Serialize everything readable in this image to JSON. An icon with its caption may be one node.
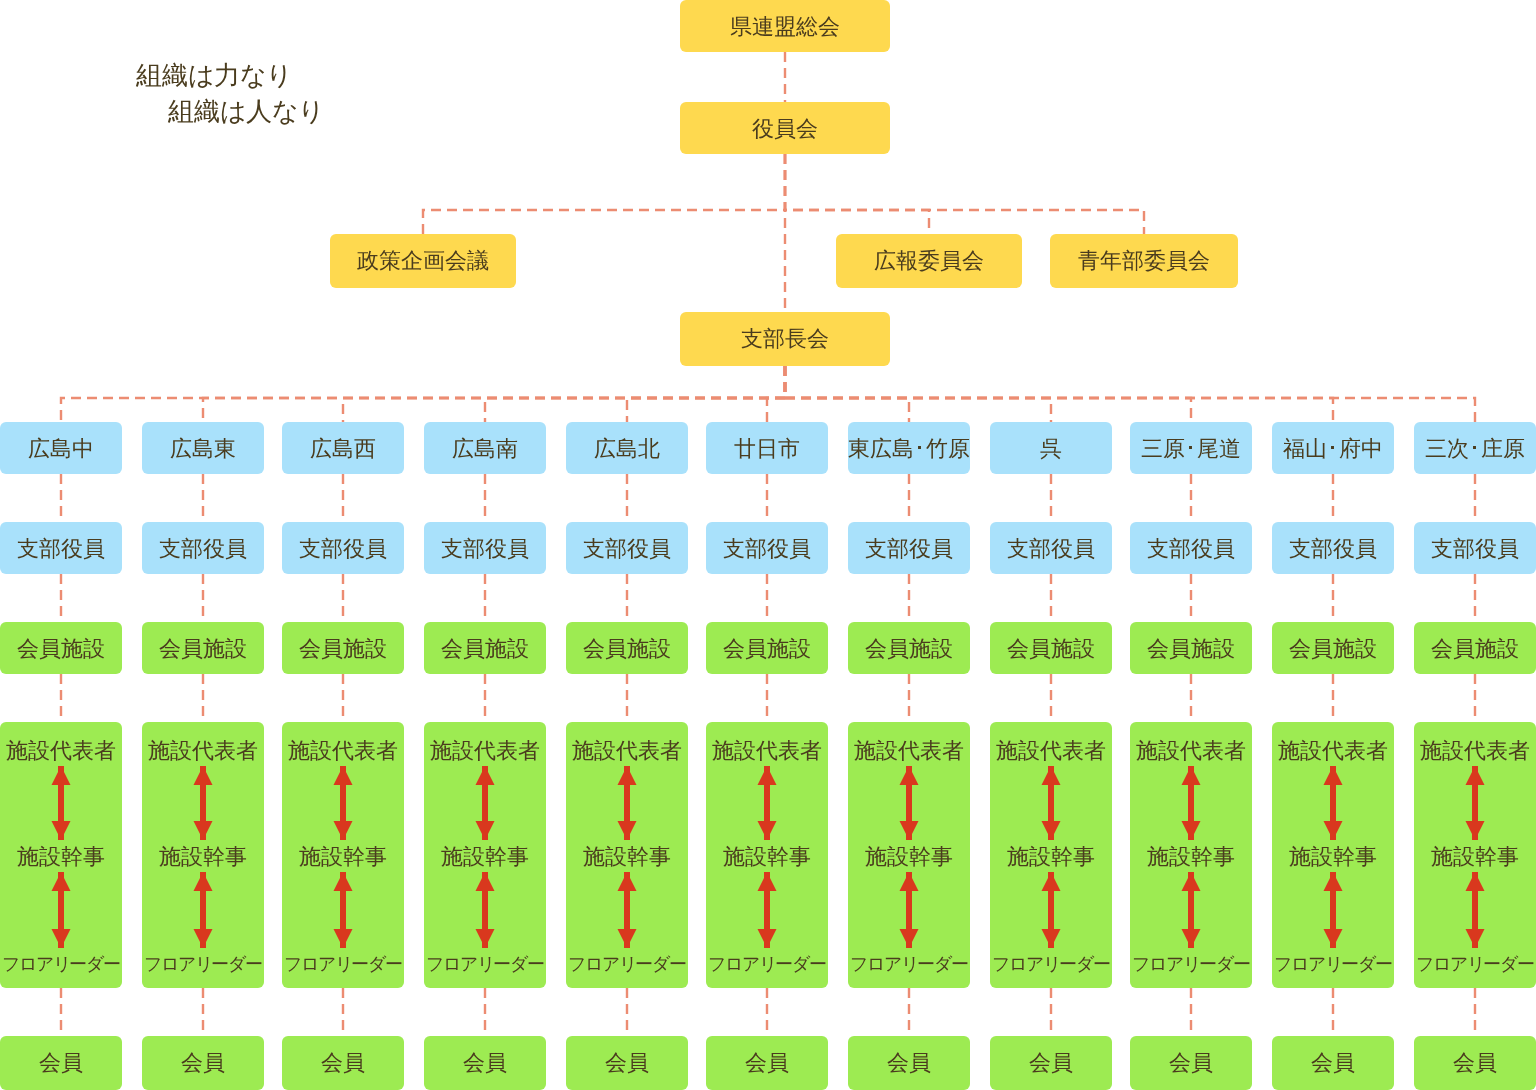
{
  "diagram": {
    "nodes": [
      {
        "text": [
          "県連盟総会"
        ]
      },
      {
        "text": [
          "役員会"
        ]
      },
      {
        "text": [
          "政策企画会議"
        ]
      },
      {
        "text": [
          "広報委員会"
        ]
      },
      {
        "text": [
          "青年部委員会"
        ]
      },
      {
        "text": [
          "支部長会"
        ]
      },
      {
        "text": [
          "広島中"
        ]
      },
      {
        "text": [
          "広島東"
        ]
      },
      {
        "text": [
          "広島西"
        ]
      },
      {
        "text": [
          "広島南"
        ]
      },
      {
        "text": [
          "広島北"
        ]
      },
      {
        "text": [
          "廿日市"
        ]
      },
      {
        "text": [
          "東広島･竹原"
        ]
      },
      {
        "text": [
          "呉"
        ]
      },
      {
        "text": [
          "三原･尾道"
        ]
      },
      {
        "text": [
          "福山･府中"
        ]
      },
      {
        "text": [
          "三次･庄原"
        ]
      },
      {
        "text": [
          "支部役員"
        ]
      },
      {
        "text": [
          "支部役員"
        ]
      },
      {
        "text": [
          "支部役員"
        ]
      },
      {
        "text": [
          "支部役員"
        ]
      },
      {
        "text": [
          "支部役員"
        ]
      },
      {
        "text": [
          "支部役員"
        ]
      },
      {
        "text": [
          "支部役員"
        ]
      },
      {
        "text": [
          "支部役員"
        ]
      },
      {
        "text": [
          "支部役員"
        ]
      },
      {
        "text": [
          "支部役員"
        ]
      },
      {
        "text": [
          "支部役員"
        ]
      },
      {
        "text": [
          "会員施設"
        ]
      },
      {
        "text": [
          "会員施設"
        ]
      },
      {
        "text": [
          "会員施設"
        ]
      },
      {
        "text": [
          "会員施設"
        ]
      },
      {
        "text": [
          "会員施設"
        ]
      },
      {
        "text": [
          "会員施設"
        ]
      },
      {
        "text": [
          "会員施設"
        ]
      },
      {
        "text": [
          "会員施設"
        ]
      },
      {
        "text": [
          "会員施設"
        ]
      },
      {
        "text": [
          "会員施設"
        ]
      },
      {
        "text": [
          "会員施設"
        ]
      },
      {
        "text": [],
        "shape": "box"
      },
      {
        "text": [
          "施設代表者"
        ],
        "in": 39
      },
      {
        "text": [
          "施設幹事"
        ],
        "in": 39
      },
      {
        "text": [
          "フロアリーダー"
        ],
        "in": 39
      },
      {
        "text": [],
        "shape": "box"
      },
      {
        "text": [
          "施設代表者"
        ],
        "in": 43
      },
      {
        "text": [
          "施設幹事"
        ],
        "in": 43
      },
      {
        "text": [
          "フロアリーダー"
        ],
        "in": 43
      },
      {
        "text": [],
        "shape": "box"
      },
      {
        "text": [
          "施設代表者"
        ],
        "in": 47
      },
      {
        "text": [
          "施設幹事"
        ],
        "in": 47
      },
      {
        "text": [
          "フロアリーダー"
        ],
        "in": 47
      },
      {
        "text": [],
        "shape": "box"
      },
      {
        "text": [
          "施設代表者"
        ],
        "in": 51
      },
      {
        "text": [
          "施設幹事"
        ],
        "in": 51
      },
      {
        "text": [
          "フロアリーダー"
        ],
        "in": 51
      },
      {
        "text": [],
        "shape": "box"
      },
      {
        "text": [
          "施設代表者"
        ],
        "in": 55
      },
      {
        "text": [
          "施設幹事"
        ],
        "in": 55
      },
      {
        "text": [
          "フロアリーダー"
        ],
        "in": 55
      },
      {
        "text": [],
        "shape": "box"
      },
      {
        "text": [
          "施設代表者"
        ],
        "in": 59
      },
      {
        "text": [
          "施設幹事"
        ],
        "in": 59
      },
      {
        "text": [
          "フロアリーダー"
        ],
        "in": 59
      },
      {
        "text": [],
        "shape": "box"
      },
      {
        "text": [
          "施設代表者"
        ],
        "in": 63
      },
      {
        "text": [
          "施設幹事"
        ],
        "in": 63
      },
      {
        "text": [
          "フロアリーダー"
        ],
        "in": 63
      },
      {
        "text": [],
        "shape": "box"
      },
      {
        "text": [
          "施設代表者"
        ],
        "in": 67
      },
      {
        "text": [
          "施設幹事"
        ],
        "in": 67
      },
      {
        "text": [
          "フロアリーダー"
        ],
        "in": 67
      },
      {
        "text": [],
        "shape": "box"
      },
      {
        "text": [
          "施設代表者"
        ],
        "in": 71
      },
      {
        "text": [
          "施設幹事"
        ],
        "in": 71
      },
      {
        "text": [
          "フロアリーダー"
        ],
        "in": 71
      },
      {
        "text": [],
        "shape": "box"
      },
      {
        "text": [
          "施設代表者"
        ],
        "in": 75
      },
      {
        "text": [
          "施設幹事"
        ],
        "in": 75
      },
      {
        "text": [
          "フロアリーダー"
        ],
        "in": 75
      },
      {
        "text": [],
        "shape": "box"
      },
      {
        "text": [
          "施設代表者"
        ],
        "in": 79
      },
      {
        "text": [
          "施設幹事"
        ],
        "in": 79
      },
      {
        "text": [
          "フロアリーダー"
        ],
        "in": 79
      },
      {
        "text": [
          "会員"
        ]
      },
      {
        "text": [
          "会員"
        ]
      },
      {
        "text": [
          "会員"
        ]
      },
      {
        "text": [
          "会員"
        ]
      },
      {
        "text": [
          "会員"
        ]
      },
      {
        "text": [
          "会員"
        ]
      },
      {
        "text": [
          "会員"
        ]
      },
      {
        "text": [
          "会員"
        ]
      },
      {
        "text": [
          "会員"
        ]
      },
      {
        "text": [
          "会員"
        ]
      },
      {
        "text": [
          "会員"
        ]
      }
    ],
    "edges": [
      {
        "from": 0,
        "to": 1,
        "arrow": "none",
        "style": "dashed"
      },
      {
        "from": 1,
        "to": 2,
        "arrow": "none",
        "style": "dashed"
      },
      {
        "from": 1,
        "to": 3,
        "arrow": "none",
        "style": "dashed"
      },
      {
        "from": 1,
        "to": 4,
        "arrow": "none",
        "style": "dashed"
      },
      {
        "from": 1,
        "to": 5,
        "arrow": "none",
        "style": "dashed"
      },
      {
        "from": 5,
        "to": 6,
        "arrow": "none",
        "style": "dashed"
      },
      {
        "from": 5,
        "to": 7,
        "arrow": "none",
        "style": "dashed"
      },
      {
        "from": 5,
        "to": 8,
        "arrow": "none",
        "style": "dashed"
      },
      {
        "from": 5,
        "to": 9,
        "arrow": "none",
        "style": "dashed"
      },
      {
        "from": 5,
        "to": 10,
        "arrow": "none",
        "style": "dashed"
      },
      {
        "from": 5,
        "to": 11,
        "arrow": "none",
        "style": "dashed"
      },
      {
        "from": 5,
        "to": 12,
        "arrow": "none",
        "style": "dashed"
      },
      {
        "from": 5,
        "to": 13,
        "arrow": "none",
        "style": "dashed"
      },
      {
        "from": 5,
        "to": 14,
        "arrow": "none",
        "style": "dashed"
      },
      {
        "from": 5,
        "to": 15,
        "arrow": "none",
        "style": "dashed"
      },
      {
        "from": 5,
        "to": 16,
        "arrow": "none",
        "style": "dashed"
      },
      {
        "from": 6,
        "to": 17,
        "arrow": "none",
        "style": "dashed"
      },
      {
        "from": 7,
        "to": 18,
        "arrow": "none",
        "style": "dashed"
      },
      {
        "from": 8,
        "to": 19,
        "arrow": "none",
        "style": "dashed"
      },
      {
        "from": 9,
        "to": 20,
        "arrow": "none",
        "style": "dashed"
      },
      {
        "from": 10,
        "to": 21,
        "arrow": "none",
        "style": "dashed"
      },
      {
        "from": 11,
        "to": 22,
        "arrow": "none",
        "style": "dashed"
      },
      {
        "from": 12,
        "to": 23,
        "arrow": "none",
        "style": "dashed"
      },
      {
        "from": 13,
        "to": 24,
        "arrow": "none",
        "style": "dashed"
      },
      {
        "from": 14,
        "to": 25,
        "arrow": "none",
        "style": "dashed"
      },
      {
        "from": 15,
        "to": 26,
        "arrow": "none",
        "style": "dashed"
      },
      {
        "from": 16,
        "to": 27,
        "arrow": "none",
        "style": "dashed"
      },
      {
        "from": 17,
        "to": 28,
        "arrow": "none",
        "style": "dashed"
      },
      {
        "from": 18,
        "to": 29,
        "arrow": "none",
        "style": "dashed"
      },
      {
        "from": 19,
        "to": 30,
        "arrow": "none",
        "style": "dashed"
      },
      {
        "from": 20,
        "to": 31,
        "arrow": "none",
        "style": "dashed"
      },
      {
        "from": 21,
        "to": 32,
        "arrow": "none",
        "style": "dashed"
      },
      {
        "from": 22,
        "to": 33,
        "arrow": "none",
        "style": "dashed"
      },
      {
        "from": 23,
        "to": 34,
        "arrow": "none",
        "style": "dashed"
      },
      {
        "from": 24,
        "to": 35,
        "arrow": "none",
        "style": "dashed"
      },
      {
        "from": 25,
        "to": 36,
        "arrow": "none",
        "style": "dashed"
      },
      {
        "from": 26,
        "to": 37,
        "arrow": "none",
        "style": "dashed"
      },
      {
        "from": 27,
        "to": 38,
        "arrow": "none",
        "style": "dashed"
      },
      {
        "from": 28,
        "to": 39,
        "arrow": "none",
        "style": "dashed"
      },
      {
        "from": 29,
        "to": 43,
        "arrow": "none",
        "style": "dashed"
      },
      {
        "from": 30,
        "to": 47,
        "arrow": "none",
        "style": "dashed"
      },
      {
        "from": 31,
        "to": 51,
        "arrow": "none",
        "style": "dashed"
      },
      {
        "from": 32,
        "to": 55,
        "arrow": "none",
        "style": "dashed"
      },
      {
        "from": 33,
        "to": 59,
        "arrow": "none",
        "style": "dashed"
      },
      {
        "from": 34,
        "to": 63,
        "arrow": "none",
        "style": "dashed"
      },
      {
        "from": 35,
        "to": 67,
        "arrow": "none",
        "style": "dashed"
      },
      {
        "from": 36,
        "to": 71,
        "arrow": "none",
        "style": "dashed"
      },
      {
        "from": 37,
        "to": 75,
        "arrow": "none",
        "style": "dashed"
      },
      {
        "from": 38,
        "to": 79,
        "arrow": "none",
        "style": "dashed"
      },
      {
        "from": 40,
        "to": 41,
        "arrow": "both",
        "style": "thick",
        "color": "#d9381e"
      },
      {
        "from": 41,
        "to": 42,
        "arrow": "both",
        "style": "thick",
        "color": "#d9381e"
      },
      {
        "from": 44,
        "to": 45,
        "arrow": "both",
        "style": "thick",
        "color": "#d9381e"
      },
      {
        "from": 45,
        "to": 46,
        "arrow": "both",
        "style": "thick",
        "color": "#d9381e"
      },
      {
        "from": 48,
        "to": 49,
        "arrow": "both",
        "style": "thick",
        "color": "#d9381e"
      },
      {
        "from": 49,
        "to": 50,
        "arrow": "both",
        "style": "thick",
        "color": "#d9381e"
      },
      {
        "from": 52,
        "to": 53,
        "arrow": "both",
        "style": "thick",
        "color": "#d9381e"
      },
      {
        "from": 53,
        "to": 54,
        "arrow": "both",
        "style": "thick",
        "color": "#d9381e"
      },
      {
        "from": 56,
        "to": 57,
        "arrow": "both",
        "style": "thick",
        "color": "#d9381e"
      },
      {
        "from": 57,
        "to": 58,
        "arrow": "both",
        "style": "thick",
        "color": "#d9381e"
      },
      {
        "from": 60,
        "to": 61,
        "arrow": "both",
        "style": "thick",
        "color": "#d9381e"
      },
      {
        "from": 61,
        "to": 62,
        "arrow": "both",
        "style": "thick",
        "color": "#d9381e"
      },
      {
        "from": 64,
        "to": 65,
        "arrow": "both",
        "style": "thick",
        "color": "#d9381e"
      },
      {
        "from": 65,
        "to": 66,
        "arrow": "both",
        "style": "thick",
        "color": "#d9381e"
      },
      {
        "from": 68,
        "to": 69,
        "arrow": "both",
        "style": "thick",
        "color": "#d9381e"
      },
      {
        "from": 69,
        "to": 70,
        "arrow": "both",
        "style": "thick",
        "color": "#d9381e"
      },
      {
        "from": 72,
        "to": 73,
        "arrow": "both",
        "style": "thick",
        "color": "#d9381e"
      },
      {
        "from": 73,
        "to": 74,
        "arrow": "both",
        "style": "thick",
        "color": "#d9381e"
      },
      {
        "from": 76,
        "to": 77,
        "arrow": "both",
        "style": "thick",
        "color": "#d9381e"
      },
      {
        "from": 77,
        "to": 78,
        "arrow": "both",
        "style": "thick",
        "color": "#d9381e"
      },
      {
        "from": 80,
        "to": 81,
        "arrow": "both",
        "style": "thick",
        "color": "#d9381e"
      },
      {
        "from": 81,
        "to": 82,
        "arrow": "both",
        "style": "thick",
        "color": "#d9381e"
      },
      {
        "from": 39,
        "to": 83,
        "arrow": "none",
        "style": "dashed"
      },
      {
        "from": 43,
        "to": 84,
        "arrow": "none",
        "style": "dashed"
      },
      {
        "from": 47,
        "to": 85,
        "arrow": "none",
        "style": "dashed"
      },
      {
        "from": 51,
        "to": 86,
        "arrow": "none",
        "style": "dashed"
      },
      {
        "from": 55,
        "to": 87,
        "arrow": "none",
        "style": "dashed"
      },
      {
        "from": 59,
        "to": 88,
        "arrow": "none",
        "style": "dashed"
      },
      {
        "from": 63,
        "to": 89,
        "arrow": "none",
        "style": "dashed"
      },
      {
        "from": 67,
        "to": 90,
        "arrow": "none",
        "style": "dashed"
      },
      {
        "from": 71,
        "to": 91,
        "arrow": "none",
        "style": "dashed"
      },
      {
        "from": 75,
        "to": 92,
        "arrow": "none",
        "style": "dashed"
      },
      {
        "from": 79,
        "to": 93,
        "arrow": "none",
        "style": "dashed"
      }
    ],
    "labels": [
      "組織は力なり",
      "組織は人なり"
    ]
  }
}
